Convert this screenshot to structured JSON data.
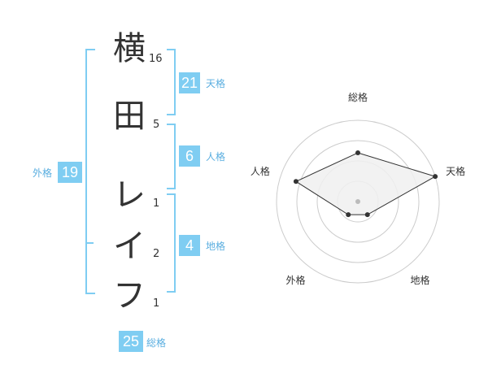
{
  "name_chars": [
    {
      "char": "横",
      "strokes": "16"
    },
    {
      "char": "田",
      "strokes": "5"
    },
    {
      "char": "レ",
      "strokes": "1"
    },
    {
      "char": "イ",
      "strokes": "2"
    },
    {
      "char": "フ",
      "strokes": "1"
    }
  ],
  "fortune": {
    "tenkaku": {
      "value": "21",
      "label": "天格"
    },
    "jinkaku": {
      "value": "6",
      "label": "人格"
    },
    "chikaku": {
      "value": "4",
      "label": "地格"
    },
    "gaikaku": {
      "value": "19",
      "label": "外格"
    },
    "soukaku": {
      "value": "25",
      "label": "総格"
    }
  },
  "chart_data": {
    "type": "radar",
    "axes": [
      "総格",
      "天格",
      "地格",
      "外格",
      "人格"
    ],
    "values": [
      3,
      5,
      1,
      1,
      4
    ],
    "max": 5,
    "rings": 4,
    "colors": {
      "fill": "#f0f0f0",
      "line": "#333333",
      "grid": "#cccccc",
      "center": "#bbbbbb"
    }
  },
  "colors": {
    "accent": "#7fcdf2",
    "label": "#5aaee0"
  }
}
